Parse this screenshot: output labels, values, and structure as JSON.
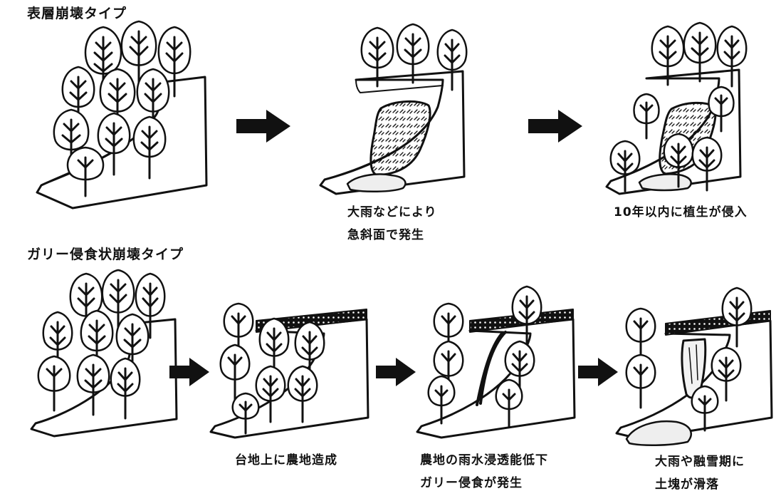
{
  "section1": {
    "title": "表層崩壊タイプ",
    "captions": [
      {
        "lines": [
          "大雨などにより",
          "急斜面で発生"
        ]
      },
      {
        "lines": [
          "10年以内に植生が侵入"
        ]
      }
    ]
  },
  "section2": {
    "title": "ガリー侵食状崩壊タイプ",
    "captions": [
      {
        "lines": [
          "台地上に農地造成"
        ]
      },
      {
        "lines": [
          "農地の雨水浸透能低下",
          "ガリー侵食が発生"
        ]
      },
      {
        "lines": [
          "大雨や融雪期に",
          "土塊が滑落"
        ]
      }
    ]
  },
  "colors": {
    "ink": "#111111",
    "paper": "#ffffff"
  },
  "icons": [
    "tree-icon",
    "arrow-right-icon",
    "slope-block",
    "landslide-scar",
    "farmland-dots"
  ]
}
